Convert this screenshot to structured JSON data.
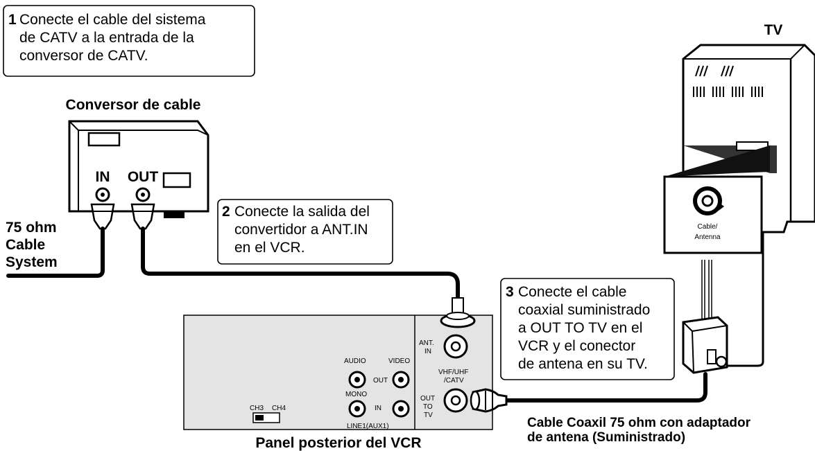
{
  "tv": {
    "title": "TV",
    "jack_label_line1": "Cable/",
    "jack_label_line2": "Antenna"
  },
  "converter": {
    "title": "Conversor de cable",
    "in_label": "IN",
    "out_label": "OUT"
  },
  "cable_system": {
    "line1": "75 ohm",
    "line2": "Cable",
    "line3": "System"
  },
  "steps": [
    {
      "num": "1",
      "lines": [
        "Conecte el cable del sistema",
        "de CATV a la entrada de la",
        "conversor de CATV."
      ]
    },
    {
      "num": "2",
      "lines": [
        "Conecte la salida del",
        "convertidor a ANT.IN",
        "en el VCR."
      ]
    },
    {
      "num": "3",
      "lines": [
        "Conecte el cable",
        "coaxial suministrado",
        "a OUT TO TV en el",
        "VCR y el conector",
        "de antena en su TV."
      ]
    }
  ],
  "vcr_panel": {
    "title": "Panel posterior del VCR",
    "ch3": "CH3",
    "ch4": "CH4",
    "audio": "AUDIO",
    "video": "VIDEO",
    "out": "OUT",
    "mono": "MONO",
    "in": "IN",
    "line1": "LINE1(AUX1)",
    "ant_in_1": "ANT.",
    "ant_in_2": "IN",
    "vhf_1": "VHF/UHF",
    "vhf_2": "/CATV",
    "out_to_tv_1": "OUT",
    "out_to_tv_2": "TO",
    "out_to_tv_3": "TV"
  },
  "coax_caption": {
    "line1": "Cable Coaxil 75 ohm con adaptador",
    "line2": "de antena (Suministrado)"
  }
}
